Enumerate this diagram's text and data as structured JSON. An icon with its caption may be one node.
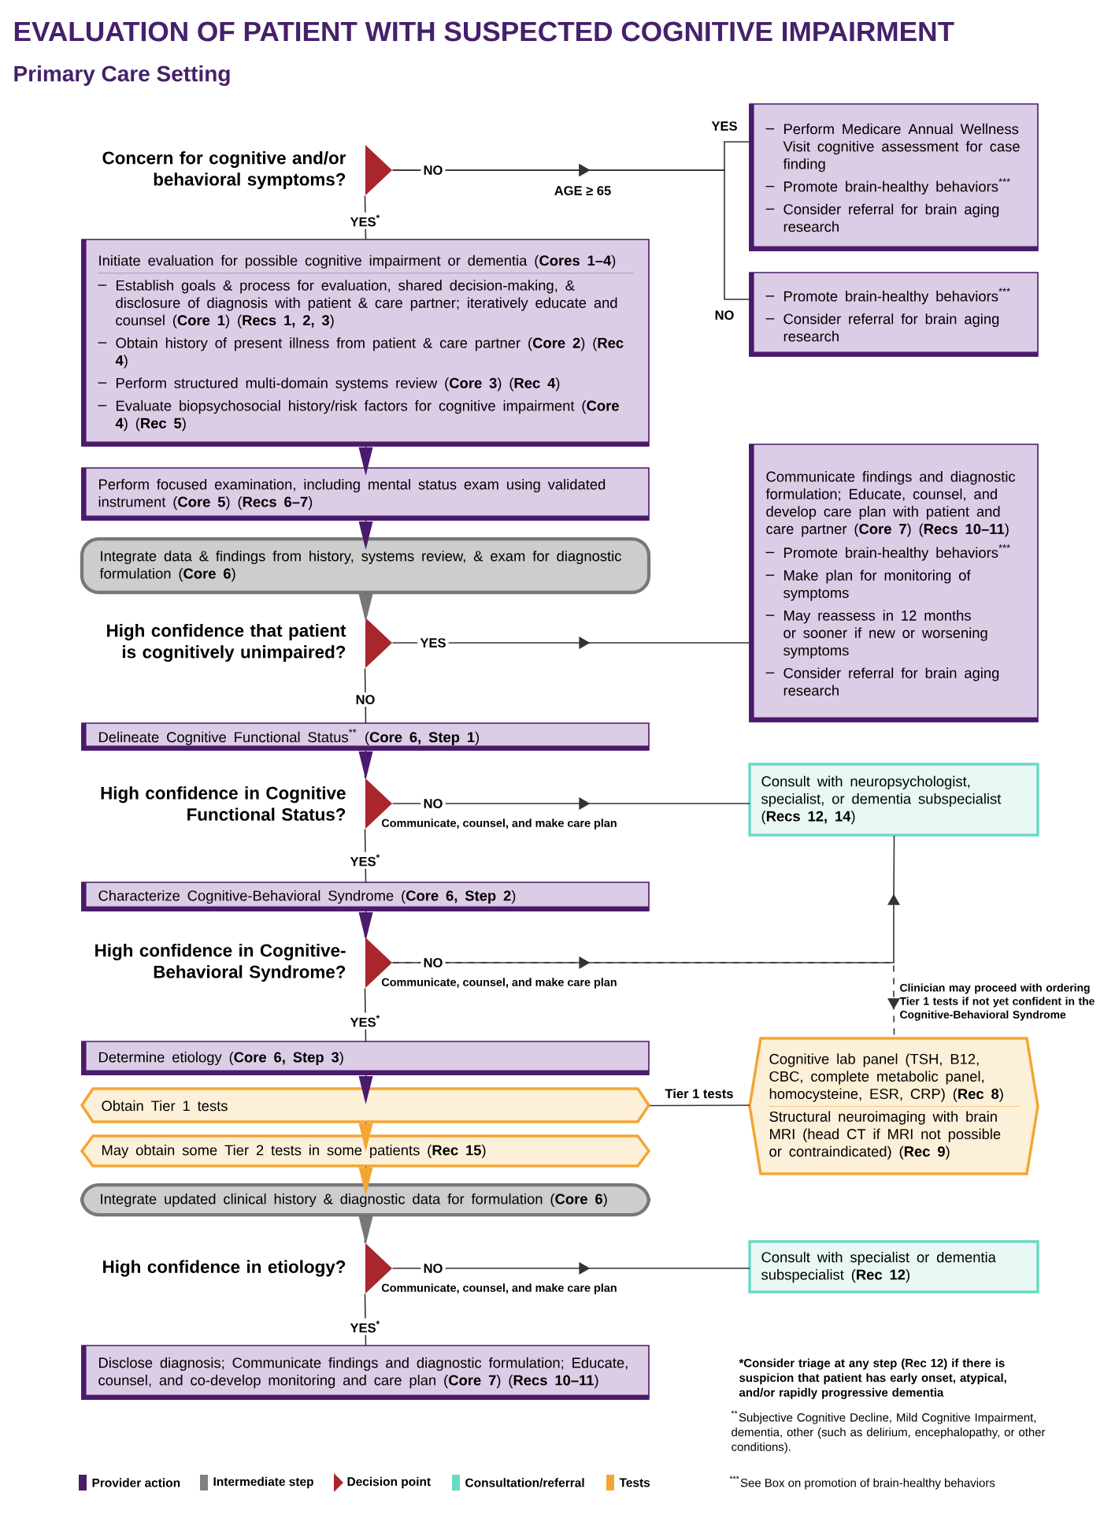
{
  "diagram": {
    "title": "EVALUATION OF PATIENT WITH SUSPECTED COGNITIVE IMPAIRMENT",
    "nodes": [
      {
        "text": [
          "Concern for cognitive and/or behavioral symptoms?"
        ]
      },
      {
        "text": [
          "Perform Medicare Annual Wellness Visit cognitive assessment for case finding",
          "Promote brain-healthy behaviors$^{***}$",
          "Consider referral for brain aging research"
        ]
      },
      {
        "text": [
          "Promote brain-healthy behaviors$^{***}$",
          "Consider referral for brain aging research"
        ]
      },
      {
        "text": [
          "Initiate evaluation for possible cognitive impairment or dementia (**Cores 1–4**)",
          "Establish goals & process for evaluation, shared decision-making, & disclosure of diagnosis with patient & care partner; iteratively educate and counsel (**Core 1**) (**Recs 1, 2, 3**)",
          "Obtain history of present illness from patient & care partner (**Core 2**) (**Rec 4**)",
          "Perform structured multi-domain systems review (**Core 3**) (**Rec 4**)",
          "Evaluate biopsychosocial history/risk factors for cognitive impairment (**Core 4**) (**Rec 5**)"
        ]
      },
      {
        "text": [
          "Perform focused examination, including mental status exam using validated instrument (**Core 5**) (**Recs 6–7**)"
        ]
      },
      {
        "text": [
          "Integrate data & findings from history, systems review, & exam for diagnostic formulation (**Core 6**)"
        ]
      },
      {
        "text": [
          "High confidence that patient is cognitively unimpaired?"
        ]
      },
      {
        "text": [
          "Communicate findings and diagnostic formulation; Educate, counsel, and develop care plan with patient and care partner (**Core 7**) (**Recs 10–11**)",
          "Promote brain-healthy behaviors$^{***}$",
          "Make plan for monitoring of symptoms",
          "May reassess in 12 months or sooner if new or worsening symptoms",
          "Consider referral for brain aging research"
        ]
      },
      {
        "text": [
          "Delineate Cognitive Functional Status$^{**}$ (**Core 6, Step 1**)"
        ]
      },
      {
        "text": [
          "High confidence in Cognitive Functional Status?"
        ],
        "beside": [
          "Communicate, counsel, and make care plan"
        ]
      },
      {
        "text": [
          "Consult with neuropsychologist, specialist, or dementia subspecialist (**Recs 12, 14**)"
        ]
      },
      {
        "text": [
          "Characterize Cognitive-Behavioral Syndrome (**Core 6, Step 2**)"
        ]
      },
      {
        "text": [
          "High confidence in Cognitive-Behavioral Syndrome?"
        ],
        "beside": [
          "Communicate, counsel, and make care plan"
        ]
      },
      {
        "text": [
          "Determine etiology (**Core 6, Step 3**)"
        ]
      },
      {
        "text": [
          "Obtain Tier 1 tests"
        ]
      },
      {
        "text": [
          "Cognitive lab panel (TSH, B12, CBC, complete metabolic panel, homocysteine, ESR, CRP) (**Rec 8**)",
          "Structural neuroimaging with brain MRI (head CT if MRI not possible or contraindicated) (**Rec 9**)"
        ]
      },
      {
        "text": [
          "May obtain some Tier 2 tests in some patients (**Rec 15**)"
        ]
      },
      {
        "text": [
          "Integrate updated clinical history & diagnostic data for formulation (**Core 6**)"
        ]
      },
      {
        "text": [
          "High confidence in etiology?"
        ],
        "beside": [
          "Communicate, counsel, and make care plan"
        ]
      },
      {
        "text": [
          "Consult with specialist or dementia subspecialist (**Rec 12**)"
        ]
      },
      {
        "text": [
          "Disclose diagnosis; Communicate findings and diagnostic formulation; Educate, counsel, and co-develop monitoring and care plan (**Core 7**) (**Recs 10–11**)"
        ]
      }
    ],
    "edges": [
      {
        "from": 0,
        "to": 1,
        "arrow": "to",
        "label": "YES"
      },
      {
        "from": 0,
        "to": 2,
        "arrow": "to",
        "label": "NO"
      },
      {
        "from": 0,
        "to": 3,
        "arrow": "none",
        "label": "YES$^{*}$"
      },
      {
        "from": 3,
        "to": 4,
        "arrow": "to"
      },
      {
        "from": 4,
        "to": 5,
        "arrow": "to"
      },
      {
        "from": 5,
        "to": 6,
        "arrow": "to"
      },
      {
        "from": 6,
        "to": 7,
        "arrow": "to",
        "label": "YES"
      },
      {
        "from": 6,
        "to": 8,
        "arrow": "none",
        "label": "NO"
      },
      {
        "from": 8,
        "to": 9,
        "arrow": "to"
      },
      {
        "from": 9,
        "to": 10,
        "arrow": "to",
        "label": "NO"
      },
      {
        "from": 9,
        "to": 11,
        "arrow": "none",
        "label": "YES$^{*}$"
      },
      {
        "from": 11,
        "to": 12,
        "arrow": "to"
      },
      {
        "from": 12,
        "to": 10,
        "arrow": "to",
        "label": "NO"
      },
      {
        "from": 12,
        "to": 15,
        "arrow": "to",
        "style": "dashed",
        "label": "Clinician may proceed with ordering Tier 1 tests if not yet confident in the Cognitive-Behavioral Syndrome"
      },
      {
        "from": 12,
        "to": 13,
        "arrow": "none",
        "label": "YES$^{*}$"
      },
      {
        "from": 13,
        "to": 14,
        "arrow": "to"
      },
      {
        "from": 14,
        "to": 15,
        "arrow": "none",
        "label": "Tier 1 tests"
      },
      {
        "from": 14,
        "to": 16,
        "arrow": "to"
      },
      {
        "from": 16,
        "to": 17,
        "arrow": "to"
      },
      {
        "from": 17,
        "to": 18,
        "arrow": "to"
      },
      {
        "from": 18,
        "to": 19,
        "arrow": "to",
        "label": "NO"
      },
      {
        "from": 18,
        "to": 20,
        "arrow": "none",
        "label": "YES$^{*}$"
      }
    ],
    "labels": [
      "Primary Care Setting",
      "NO",
      "AGE ≥ 65",
      "*Consider triage at any step (Rec 12) if there is suspicion that patient has early onset, atypical, and/or rapidly progressive dementia",
      "$^{**}$Subjective Cognitive Decline, Mild Cognitive Impairment, dementia, other (such as delirium, encephalopathy, or other conditions).",
      "$^{***}$See Box on promotion of brain-healthy behaviors"
    ],
    "legend": [
      {
        "text": "Provider action",
        "color": "#4a1a6b"
      },
      {
        "text": "Intermediate step",
        "color": "#808080"
      },
      {
        "text": "Decision point"
      },
      {
        "text": "Consultation/referral",
        "color": "#6dd8c5"
      },
      {
        "text": "Tests",
        "color": "#f4a534"
      }
    ]
  }
}
